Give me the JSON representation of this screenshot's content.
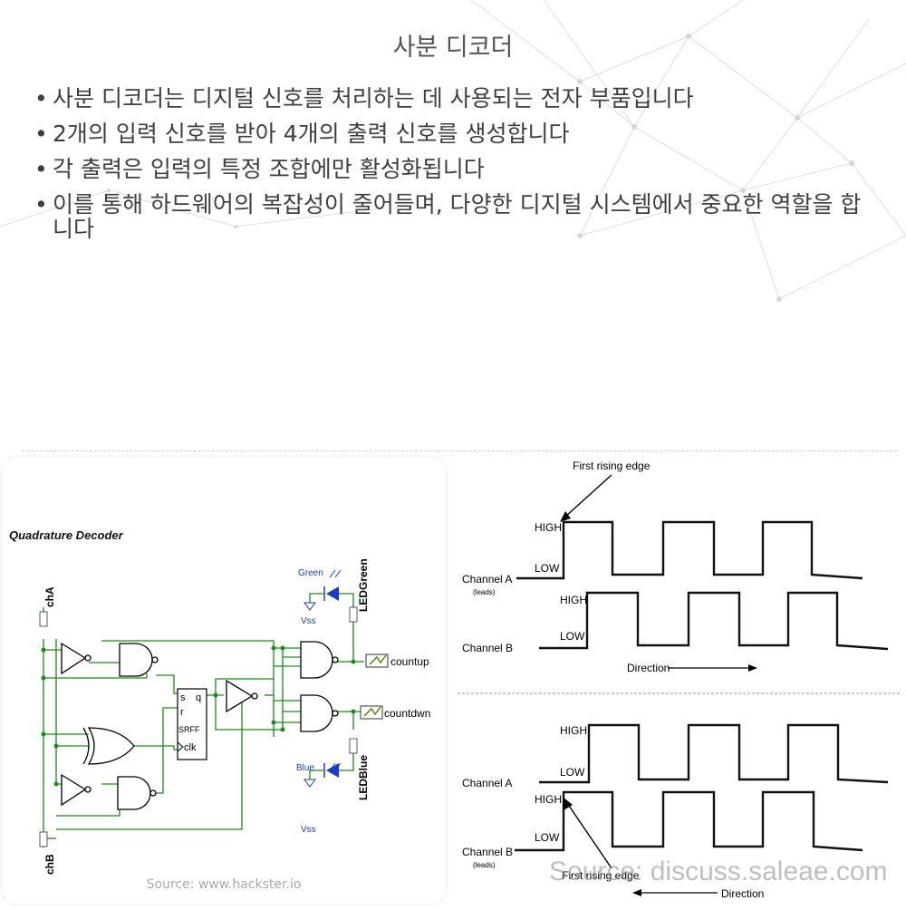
{
  "slide": {
    "title": "사분 디코더",
    "bullets": [
      "사분 디코더는 디지털 신호를 처리하는 데 사용되는 전자 부품입니다",
      "2개의 입력 신호를 받아 4개의 출력 신호를 생성합니다",
      "각 출력은 입력의 특정 조합에만 활성화됩니다",
      "이를 통해 하드웨어의 복잡성이 줄어들며, 다양한 디지털 시스템에서 중요한 역할을 합니다"
    ]
  },
  "circuit": {
    "title": "Quadrature Decoder",
    "inputs": {
      "a": "chA",
      "b": "chB"
    },
    "flipflop": {
      "s": "s",
      "q": "q",
      "r": "r",
      "name": "SRFF",
      "clk": "clk"
    },
    "led_green": {
      "label": "Green",
      "name": "LEDGreen",
      "vss": "Vss"
    },
    "led_blue": {
      "label": "Blue",
      "name": "LEDBlue",
      "vss": "Vss"
    },
    "outputs": {
      "up": "countup",
      "down": "countdwn"
    },
    "source": "Source: www.hackster.io",
    "colors": {
      "wire": "#1a8c1a",
      "led": "#1a3bc8",
      "gate": "#000000"
    }
  },
  "waveforms": {
    "top": {
      "annotation": "First rising edge",
      "channel_a": "Channel A",
      "channel_a_sub": "(leads)",
      "channel_b": "Channel B",
      "high": "HIGH",
      "low": "LOW",
      "direction": "Direction"
    },
    "bottom": {
      "annotation": "First rising edge",
      "channel_a": "Channel A",
      "channel_b": "Channel B",
      "channel_b_sub": "(leads)",
      "high": "HIGH",
      "low": "LOW",
      "direction": "Direction"
    },
    "watermark": "Source: discuss.saleae.com"
  }
}
